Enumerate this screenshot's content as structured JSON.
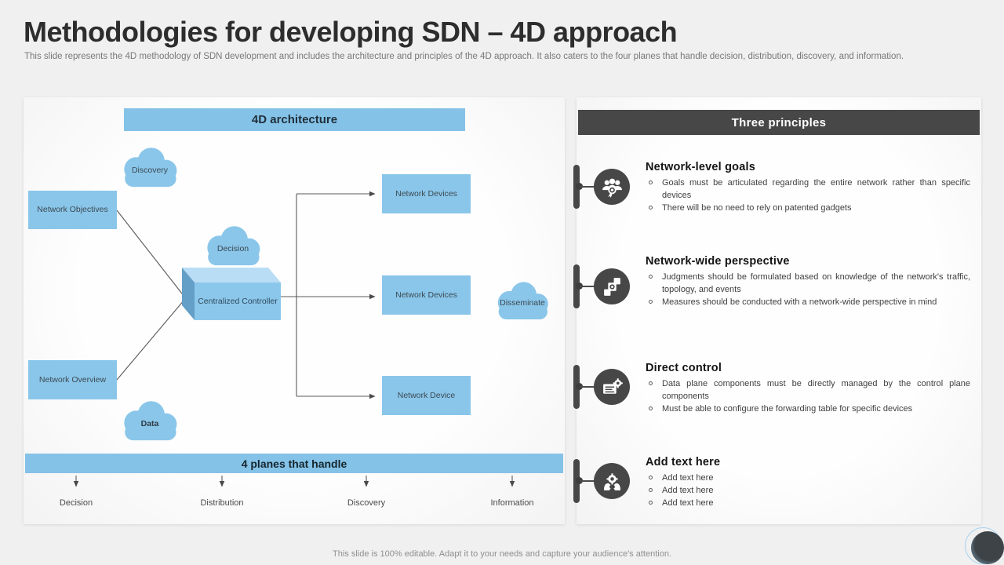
{
  "slide": {
    "title": "Methodologies for developing SDN – 4D approach",
    "subtitle": "This slide represents the 4D methodology of SDN development and includes the architecture and principles of the 4D approach. It also caters to the four planes that handle decision, distribution, discovery, and information.",
    "footer": "This slide is 100% editable. Adapt it to your needs and capture your audience's attention."
  },
  "architecture": {
    "header": "4D architecture",
    "controller_label": "Centralized Controller",
    "clouds": [
      {
        "name": "discovery",
        "label": "Discovery"
      },
      {
        "name": "decision",
        "label": "Decision"
      },
      {
        "name": "data",
        "label": "Data"
      },
      {
        "name": "disseminate",
        "label": "Disseminate"
      }
    ],
    "boxes": [
      {
        "name": "network-objectives",
        "label": "Network Objectives"
      },
      {
        "name": "network-overview",
        "label": "Network Overview"
      },
      {
        "name": "network-devices-top",
        "label": "Network Devices"
      },
      {
        "name": "network-devices-middle",
        "label": "Network Devices"
      },
      {
        "name": "network-device-bottom",
        "label": "Network Device"
      }
    ],
    "planes_bar": "4 planes that handle",
    "planes": [
      "Decision",
      "Distribution",
      "Discovery",
      "Information"
    ]
  },
  "principles": {
    "header": "Three principles",
    "items": [
      {
        "icon": "team-goals-icon",
        "title": "Network-level goals",
        "bullets": [
          "Goals must be articulated regarding the entire network rather than specific devices",
          "There will be no need to rely on patented gadgets"
        ]
      },
      {
        "icon": "network-connection-icon",
        "title": "Network-wide perspective",
        "bullets": [
          "Judgments should be formulated based on knowledge of the network's traffic, topology, and events",
          "Measures should be conducted with a network-wide perspective in mind"
        ]
      },
      {
        "icon": "document-gear-icon",
        "title": "Direct control",
        "bullets": [
          "Data plane components must be directly managed by the control plane components",
          "Must be able to configure the forwarding table for specific devices"
        ]
      },
      {
        "icon": "hands-gear-icon",
        "title": "Add text here",
        "bullets": [
          "Add text here",
          "Add text here",
          "Add text here"
        ]
      }
    ]
  },
  "colors": {
    "accent_blue": "#87C3E8",
    "dark_gray": "#474747",
    "panel_bg": "#FBFBFB",
    "background": "#F0F0F1"
  }
}
